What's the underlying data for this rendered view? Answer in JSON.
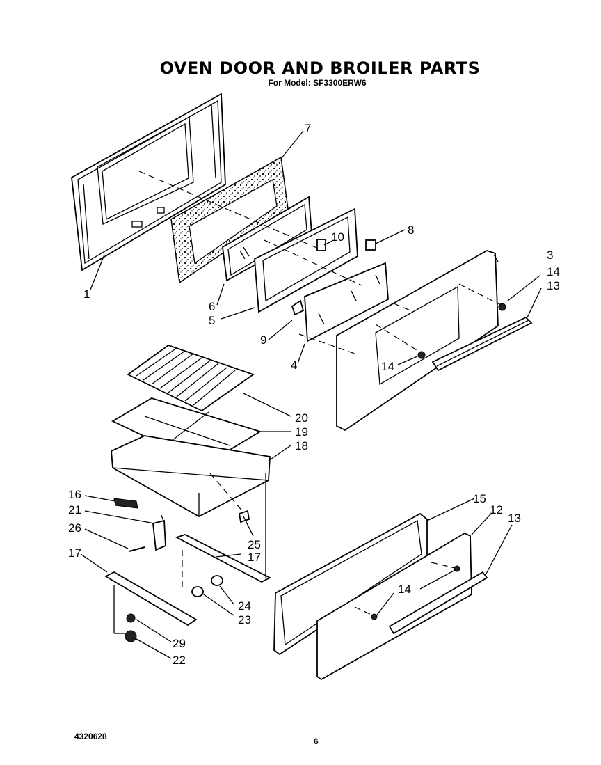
{
  "header": {
    "title": "OVEN DOOR AND BROILER PARTS",
    "model_line": "For Model: SF3300ERW6"
  },
  "footer": {
    "doc_number": "4320628",
    "page_number": "6"
  },
  "callouts": {
    "c1": "1",
    "c3": "3",
    "c4": "4",
    "c5": "5",
    "c6": "6",
    "c7": "7",
    "c8": "8",
    "c9": "9",
    "c10": "10",
    "c12": "12",
    "c13a": "13",
    "c13b": "13",
    "c14a": "14",
    "c14b": "14",
    "c14c": "14",
    "c15": "15",
    "c16": "16",
    "c17a": "17",
    "c17b": "17",
    "c18": "18",
    "c19": "19",
    "c20": "20",
    "c21": "21",
    "c22": "22",
    "c23": "23",
    "c24": "24",
    "c25": "25",
    "c26": "26",
    "c29": "29"
  }
}
